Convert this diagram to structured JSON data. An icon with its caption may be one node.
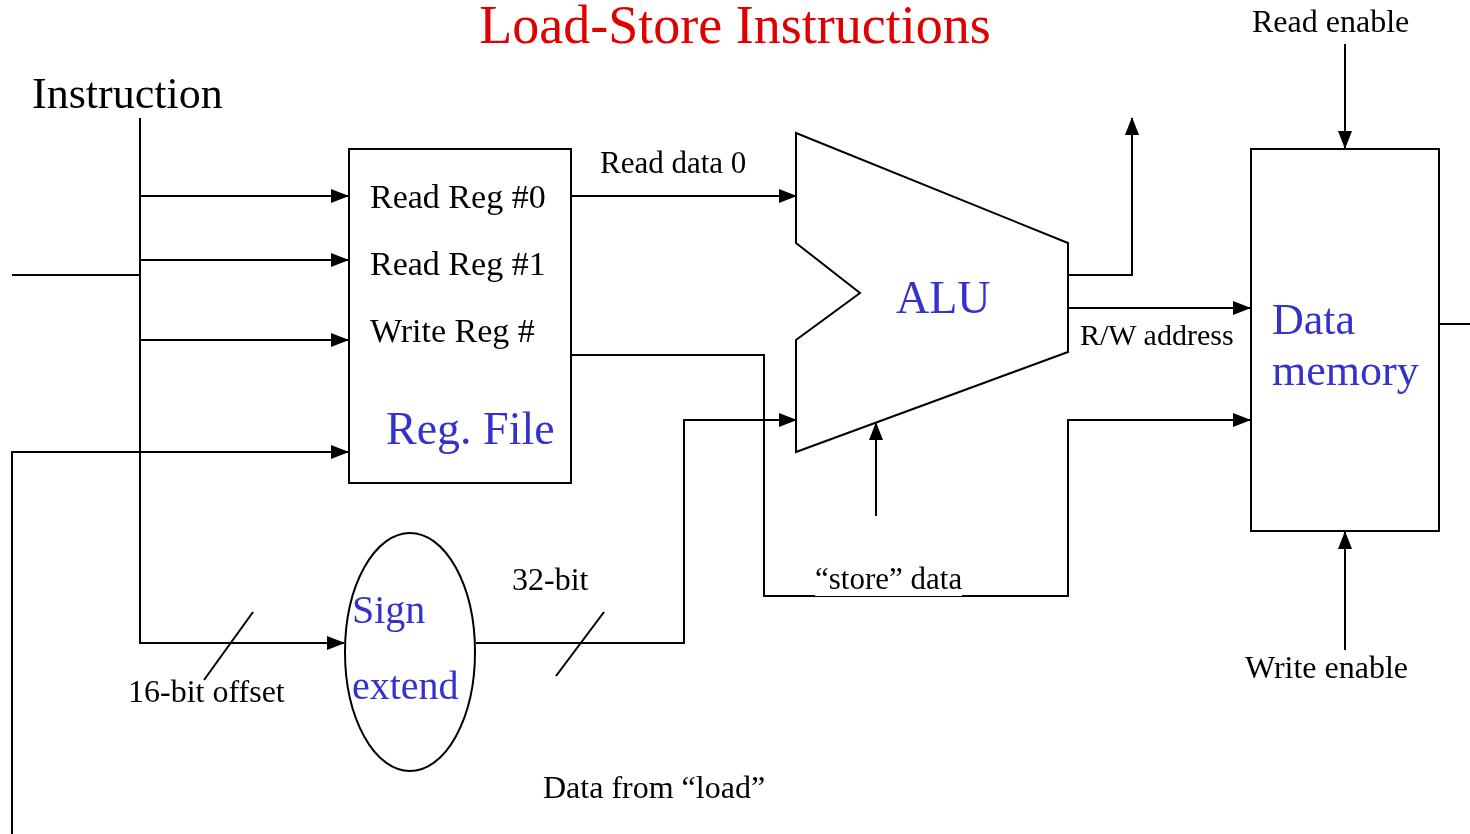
{
  "diagram": {
    "title": "Load-Store Instructions",
    "nodes": [
      {
        "text": [
          "Instruction"
        ]
      },
      {
        "text": [
          "Read enable"
        ]
      },
      {
        "text": [
          "Read Reg #0",
          "Read Reg #1",
          "Write Reg #",
          "Reg. File"
        ]
      },
      {
        "text": [
          "ALU"
        ]
      },
      {
        "text": [
          "Data memory"
        ]
      },
      {
        "text": [
          "Sign extend"
        ]
      },
      {
        "text": [
          "Write enable"
        ]
      }
    ],
    "edges": [
      {
        "from": 0,
        "to": 2,
        "arrow": "to"
      },
      {
        "from": 0,
        "to": 2,
        "arrow": "to"
      },
      {
        "from": 0,
        "to": 2,
        "arrow": "to"
      },
      {
        "from": 0,
        "to": 5,
        "arrow": "to"
      },
      {
        "from": 2,
        "to": 3,
        "arrow": "to",
        "label": "Read data 0"
      },
      {
        "from": 2,
        "to": 4,
        "arrow": "to",
        "label": "“store” data"
      },
      {
        "from": 5,
        "to": 3,
        "arrow": "to"
      },
      {
        "from": 3,
        "to": 4,
        "arrow": "to",
        "label": "R/W address"
      },
      {
        "from": 3,
        "to": null,
        "arrow": "to"
      },
      {
        "from": null,
        "to": 3,
        "arrow": "to"
      },
      {
        "from": 1,
        "to": 4,
        "arrow": "to"
      },
      {
        "from": 6,
        "to": 4,
        "arrow": "to"
      },
      {
        "from": 4,
        "to": null,
        "arrow": "none"
      },
      {
        "from": null,
        "to": 2,
        "arrow": "to"
      }
    ],
    "labels": [
      "32-bit",
      "16-bit offset",
      "Data from “load”"
    ]
  }
}
